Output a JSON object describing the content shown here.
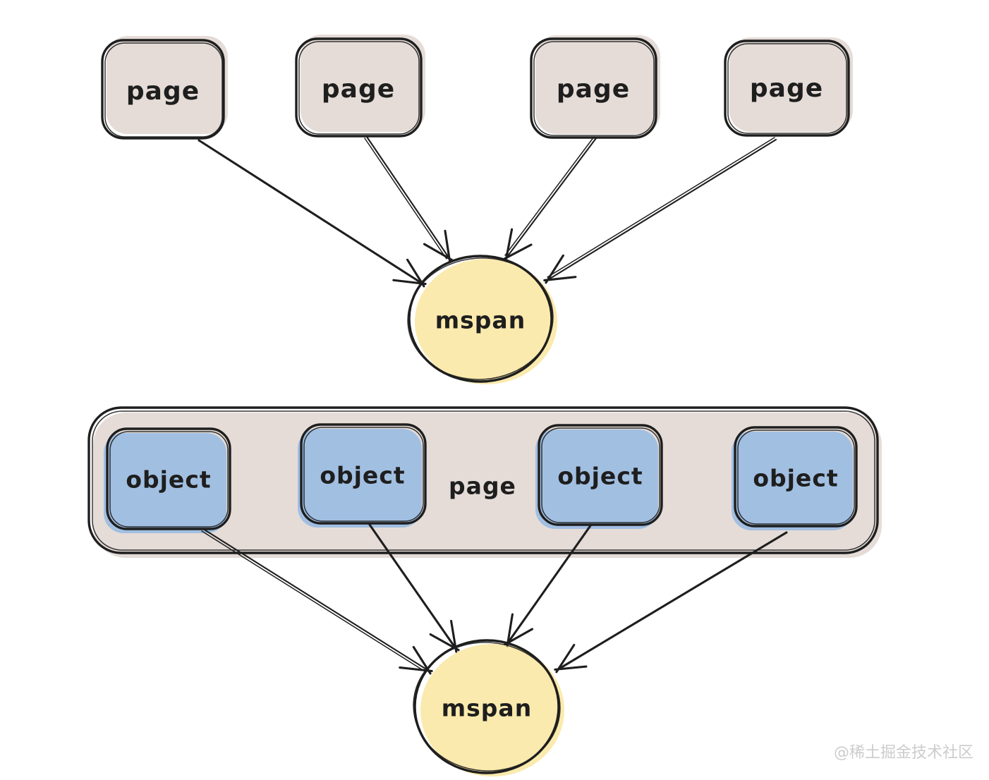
{
  "colors": {
    "background": "#ffffff",
    "page_fill": "#cbbab1",
    "object_fill": "#5da2ea",
    "mspan_fill": "#f6d65c",
    "stroke": "#1e1e1e",
    "watermark": "#cccccc"
  },
  "top_group": {
    "pages": [
      "page",
      "page",
      "page",
      "page"
    ],
    "mspan_label": "mspan"
  },
  "bottom_group": {
    "container_label": "page",
    "objects": [
      "object",
      "object",
      "object",
      "object"
    ],
    "mspan_label": "mspan"
  },
  "watermark": {
    "text": "@稀土掘金技术社区"
  }
}
